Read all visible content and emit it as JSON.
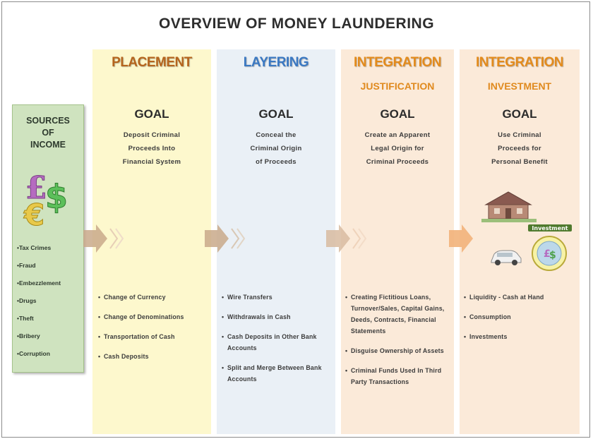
{
  "title": "OVERVIEW OF MONEY LAUNDERING",
  "sources": {
    "title_lines": [
      "SOURCES",
      "OF",
      "INCOME"
    ],
    "items": [
      "•Tax Crimes",
      "•Fraud",
      "•Embezzlement",
      "•Drugs",
      "•Theft",
      "•Bribery",
      "•Corruption"
    ]
  },
  "columns": [
    {
      "phase": "PLACEMENT",
      "subtitle": "",
      "goal_label": "GOAL",
      "goal_lines": [
        "Deposit Criminal",
        "Proceeds Into",
        "Financial System"
      ],
      "items": [
        "Change of Currency",
        "Change of Denominations",
        "Transportation of Cash",
        "Cash Deposits"
      ]
    },
    {
      "phase": "LAYERING",
      "subtitle": "",
      "goal_label": "GOAL",
      "goal_lines": [
        "Conceal the",
        "Criminal Origin",
        "of Proceeds"
      ],
      "items": [
        "Wire Transfers",
        "Withdrawals in Cash",
        "Cash Deposits in Other Bank Accounts",
        "Split and Merge Between Bank Accounts"
      ]
    },
    {
      "phase": "INTEGRATION",
      "subtitle": "JUSTIFICATION",
      "goal_label": "GOAL",
      "goal_lines": [
        "Create an Apparent",
        "Legal Origin for",
        "Criminal Proceeds"
      ],
      "items": [
        "Creating Fictitious Loans, Turnover/Sales, Capital Gains, Deeds, Contracts, Financial Statements",
        "Disguise Ownership of Assets",
        "Criminal Funds Used In Third Party Transactions"
      ]
    },
    {
      "phase": "INTEGRATION",
      "subtitle": "INVESTMENT",
      "goal_label": "GOAL",
      "goal_lines": [
        "Use Criminal",
        "Proceeds for",
        "Personal Benefit"
      ],
      "items": [
        "Liquidity - Cash at Hand",
        "Consumption",
        "Investments"
      ]
    }
  ],
  "investment_sign_label": "Investment",
  "colors": {
    "placement": "#b5651d",
    "layering": "#3a78c2",
    "integration": "#e38b1c",
    "arrow": "#c9a98a"
  }
}
